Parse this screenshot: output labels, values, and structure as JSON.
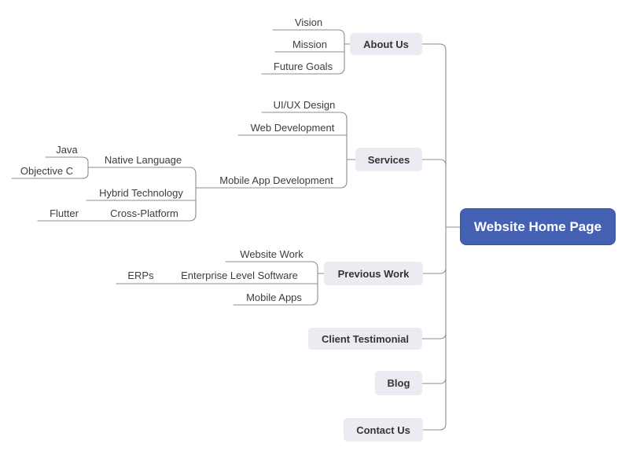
{
  "theme": {
    "accent": "#4461b4",
    "accent-border": "#3a53a0",
    "root-text": "#ffffff",
    "branch-bg": "#ebebf2",
    "branch-text": "#33333b",
    "topic-text": "#3d3d3d",
    "connector": "#8c8c8c"
  },
  "mindmap": {
    "root": {
      "label": "Website Home Page"
    },
    "branches": [
      {
        "label": "About Us",
        "children": [
          {
            "label": "Vision"
          },
          {
            "label": "Mission"
          },
          {
            "label": "Future Goals"
          }
        ]
      },
      {
        "label": "Services",
        "children": [
          {
            "label": "UI/UX Design"
          },
          {
            "label": "Web Development"
          },
          {
            "label": "Mobile App Development",
            "children": [
              {
                "label": "Native Language",
                "children": [
                  {
                    "label": "Java"
                  },
                  {
                    "label": "Objective C"
                  }
                ]
              },
              {
                "label": "Hybrid Technology"
              },
              {
                "label": "Cross-Platform",
                "children": [
                  {
                    "label": "Flutter"
                  }
                ]
              }
            ]
          }
        ]
      },
      {
        "label": "Previous Work",
        "children": [
          {
            "label": "Website Work"
          },
          {
            "label": "Enterprise Level Software",
            "children": [
              {
                "label": "ERPs"
              }
            ]
          },
          {
            "label": "Mobile Apps"
          }
        ]
      },
      {
        "label": "Client Testimonial"
      },
      {
        "label": "Blog"
      },
      {
        "label": "Contact Us"
      }
    ]
  }
}
